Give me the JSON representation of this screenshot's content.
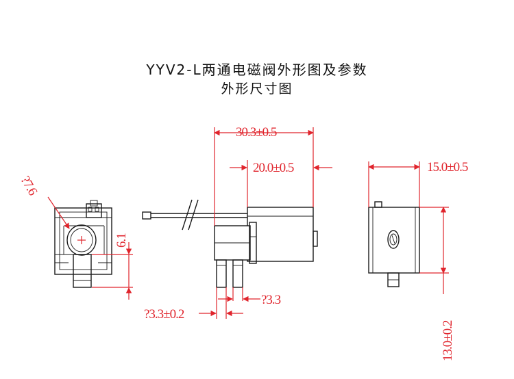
{
  "header": {
    "title": "YYV2-L两通电磁阀外形图及参数",
    "subtitle": "外形尺寸图"
  },
  "dimensions": {
    "overall_length": "30.3±0.5",
    "body_length": "20.0±0.5",
    "width": "15.0±0.5",
    "height": "13.0±0.2",
    "port_spacing": "?3.3±0.2",
    "port_diameter": "?3.3",
    "mount_hole": "?7.6",
    "offset": "6.1"
  },
  "colors": {
    "dimension": "#e0242c",
    "outline": "#1a1a1a"
  }
}
